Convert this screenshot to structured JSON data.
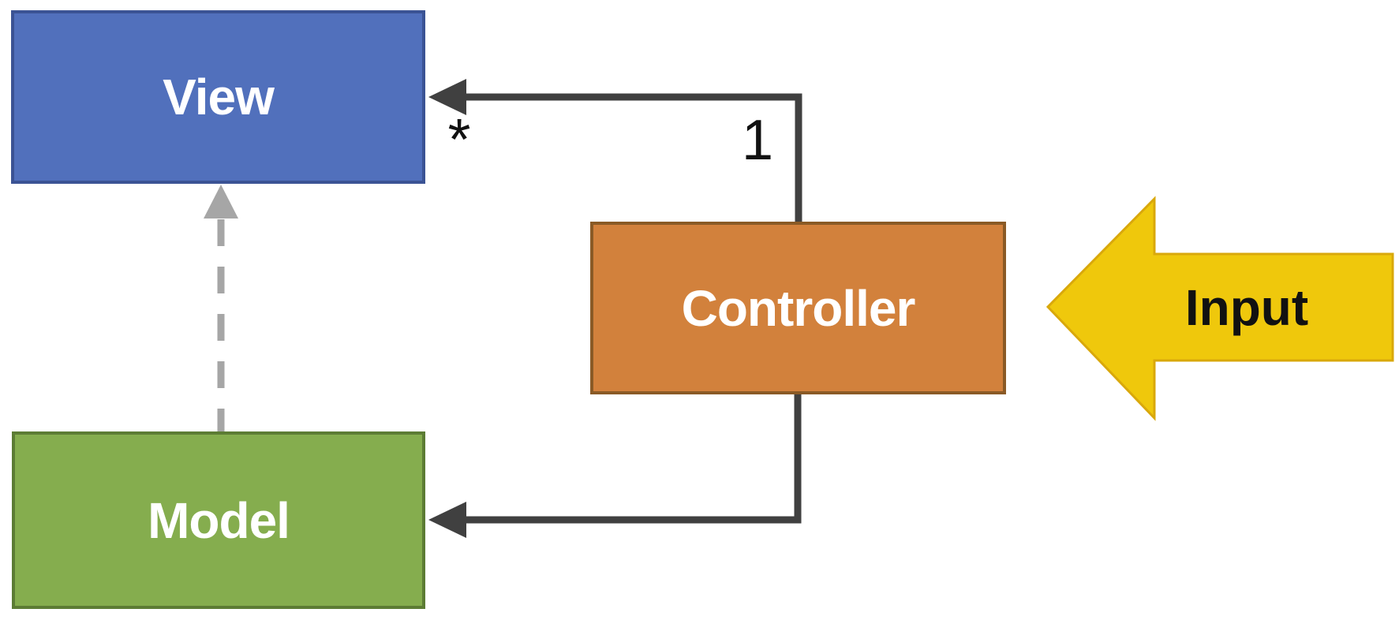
{
  "background": "#FFFFFF",
  "diagram": {
    "nodes": [
      {
        "id": "view",
        "label": "View",
        "fill": "#5170BC",
        "border": "#3B5394",
        "text_color": "#FFFFFF"
      },
      {
        "id": "model",
        "label": "Model",
        "fill": "#85AD4E",
        "border": "#5C7C34",
        "text_color": "#FFFFFF"
      },
      {
        "id": "controller",
        "label": "Controller",
        "fill": "#D2813C",
        "border": "#8A5A26",
        "text_color": "#FFFFFF"
      }
    ],
    "edges": [
      {
        "from": "controller",
        "to": "view",
        "style": "solid-elbow",
        "color": "#404040",
        "source_multiplicity": "1",
        "target_multiplicity": "*"
      },
      {
        "from": "controller",
        "to": "model",
        "style": "solid-elbow",
        "color": "#404040"
      },
      {
        "from": "model",
        "to": "view",
        "style": "dashed",
        "color": "#A6A6A6"
      }
    ],
    "input_arrow": {
      "label": "Input",
      "fill": "#EFC80C",
      "border": "#D9A80B",
      "text_color": "#111111"
    }
  }
}
